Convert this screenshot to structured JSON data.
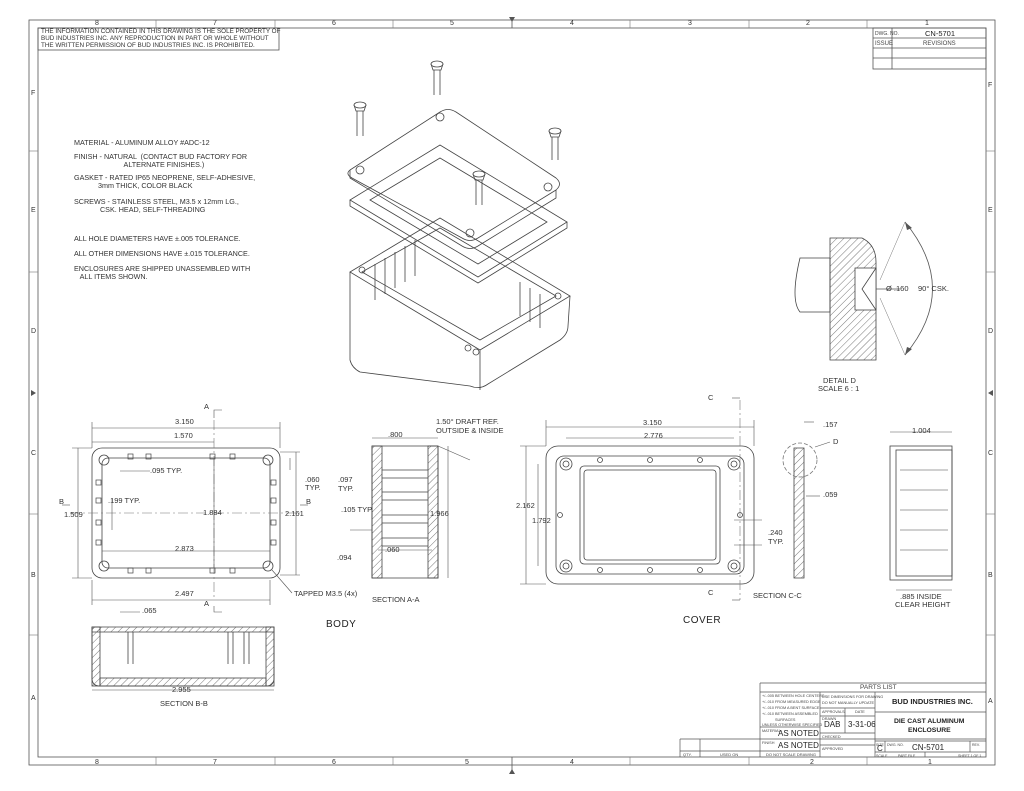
{
  "zones": {
    "top": [
      "8",
      "7",
      "6",
      "5",
      "4",
      "3",
      "2",
      "1"
    ],
    "side": [
      "F",
      "E",
      "D",
      "C",
      "B",
      "A"
    ]
  },
  "proprietary": "THE INFORMATION CONTAINED IN THIS DRAWING IS THE SOLE PROPERTY OF\nBUD INDUSTRIES INC. ANY REPRODUCTION IN PART OR WHOLE WITHOUT\nTHE WRITTEN PERMISSION OF BUD INDUSTRIES INC. IS PROHIBITED.",
  "revision_block": {
    "dwg_no_label": "DWG. NO.",
    "dwg_no": "CN-5701",
    "issue_label": "ISSUE",
    "revisions_label": "REVISIONS"
  },
  "notes": {
    "material": "MATERIAL - ALUMINUM ALLOY #ADC-12",
    "finish": "FINISH - NATURAL  (CONTACT BUD FACTORY FOR\n                         ALTERNATE FINISHES.)",
    "gasket": "GASKET - RATED IP65 NEOPRENE, SELF-ADHESIVE,\n            3mm THICK, COLOR BLACK",
    "screws": "SCREWS - STAINLESS STEEL, M3.5 x 12mm LG.,\n             CSK. HEAD, SELF-THREADING",
    "hole_tol": "ALL HOLE DIAMETERS HAVE ±.005 TOLERANCE.",
    "dim_tol": "ALL OTHER DIMENSIONS HAVE ±.015 TOLERANCE.",
    "shipped": "ENCLOSURES ARE SHIPPED UNASSEMBLED WITH\n   ALL ITEMS SHOWN."
  },
  "detail": {
    "dia": "Ø .160",
    "csk": "90° CSK.",
    "title": "DETAIL D",
    "scale": "SCALE 6 : 1"
  },
  "body_view": {
    "d3150": "3.150",
    "d1570": "1.570",
    "d095": ".095 TYP.",
    "d060": ".060",
    "typ": "TYP.",
    "d199": ".199 TYP.",
    "d1509": "1.509",
    "d1884": "1.884",
    "d2161": "2.161",
    "d2873": "2.873",
    "d2497": "2.497",
    "tapped": "TAPPED M3.5 (4x)",
    "sec_a": "A",
    "sec_b": "B"
  },
  "section_aa": {
    "d800": ".800",
    "draft1": "1.50° DRAFT REF.",
    "draft2": "OUTSIDE & INSIDE",
    "d097": ".097",
    "typ": "TYP.",
    "d105": ".105 TYP.",
    "d1966": "1.966",
    "d094": ".094",
    "d060": ".060",
    "label": "SECTION A-A"
  },
  "section_bb": {
    "d065": ".065",
    "d2955": "2.955",
    "label": "SECTION B-B"
  },
  "body_label": "BODY",
  "cover_view": {
    "d3150": "3.150",
    "d2776": "2.776",
    "d2162": "2.162",
    "d1792": "1.792",
    "d240": ".240",
    "typ": "TYP.",
    "sec_c": "C",
    "label": "COVER"
  },
  "section_cc": {
    "d157": ".157",
    "detail_d": "D",
    "d059": ".059",
    "label": "SECTION C-C"
  },
  "side_view": {
    "d1004": "1.004",
    "d885": ".885 INSIDE",
    "clear": "CLEAR HEIGHT"
  },
  "title_block": {
    "parts_list": "PARTS  LIST",
    "company": "BUD INDUSTRIES INC.",
    "title1": "DIE CAST ALUMINUM",
    "title2": "ENCLOSURE",
    "tol1": "+/-.005 BETWEEN HOLE CENTERS",
    "tol2": "+/-.010 FROM MEASURED EDGE",
    "tol3": "+/-.010 FROM A BENT SURFACE",
    "tol4": "+/-.010 BETWEEN ASSEMBLED",
    "tol5": "SURFACES",
    "unless": "UNLESS OTHERWISE SPECIFIED",
    "material_label": "MATERIAL",
    "material": "AS NOTED",
    "finish_label": "FINISH",
    "finish": "AS NOTED",
    "noscale": "DO  NOT  SCALE  DRAWING",
    "qty": "QTY.",
    "used_on": "USED ON",
    "use_dims1": "USE DIMENSIONS FOR DRAWING",
    "use_dims2": "DO NOT MANUALLY UPDATE",
    "approvals": "APPROVALS",
    "date_label": "DATE",
    "drawn": "DRAWN",
    "drawn_by": "DAB",
    "date": "3-31-06",
    "checked": "CHECKED",
    "approved": "APPROVED",
    "size_label": "SIZE",
    "size": "C",
    "dwg_no_label": "DWG. NO.",
    "dwg_no": "CN-5701",
    "rev_label": "REV.",
    "scale_label": "SCALE",
    "part_label": "PART  FILE",
    "sheet": "SHEET  1  OF  1"
  }
}
